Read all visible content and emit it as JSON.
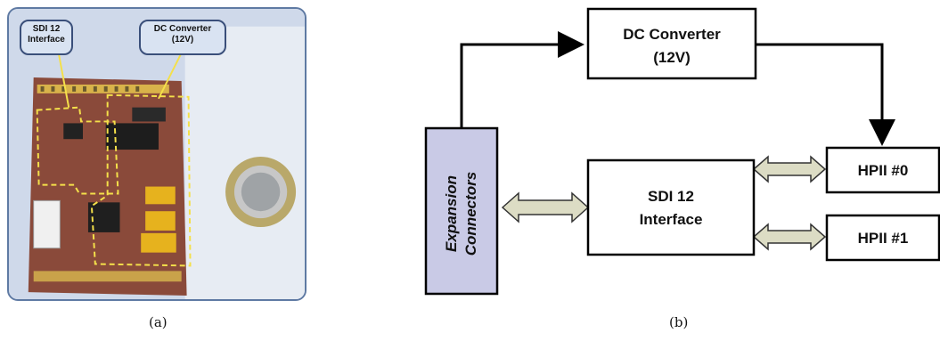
{
  "panel_a": {
    "callout_sdi": [
      "SDI 12",
      "Interface"
    ],
    "callout_dc": [
      "DC Converter",
      "(12V)"
    ],
    "caption": "(a)"
  },
  "panel_b": {
    "dc_converter": [
      "DC Converter",
      "(12V)"
    ],
    "expansion": [
      "Expansion",
      "Connectors"
    ],
    "sdi": [
      "SDI 12",
      "Interface"
    ],
    "hpii0": "HPII #0",
    "hpii1": "HPII #1",
    "caption": "(b)"
  }
}
